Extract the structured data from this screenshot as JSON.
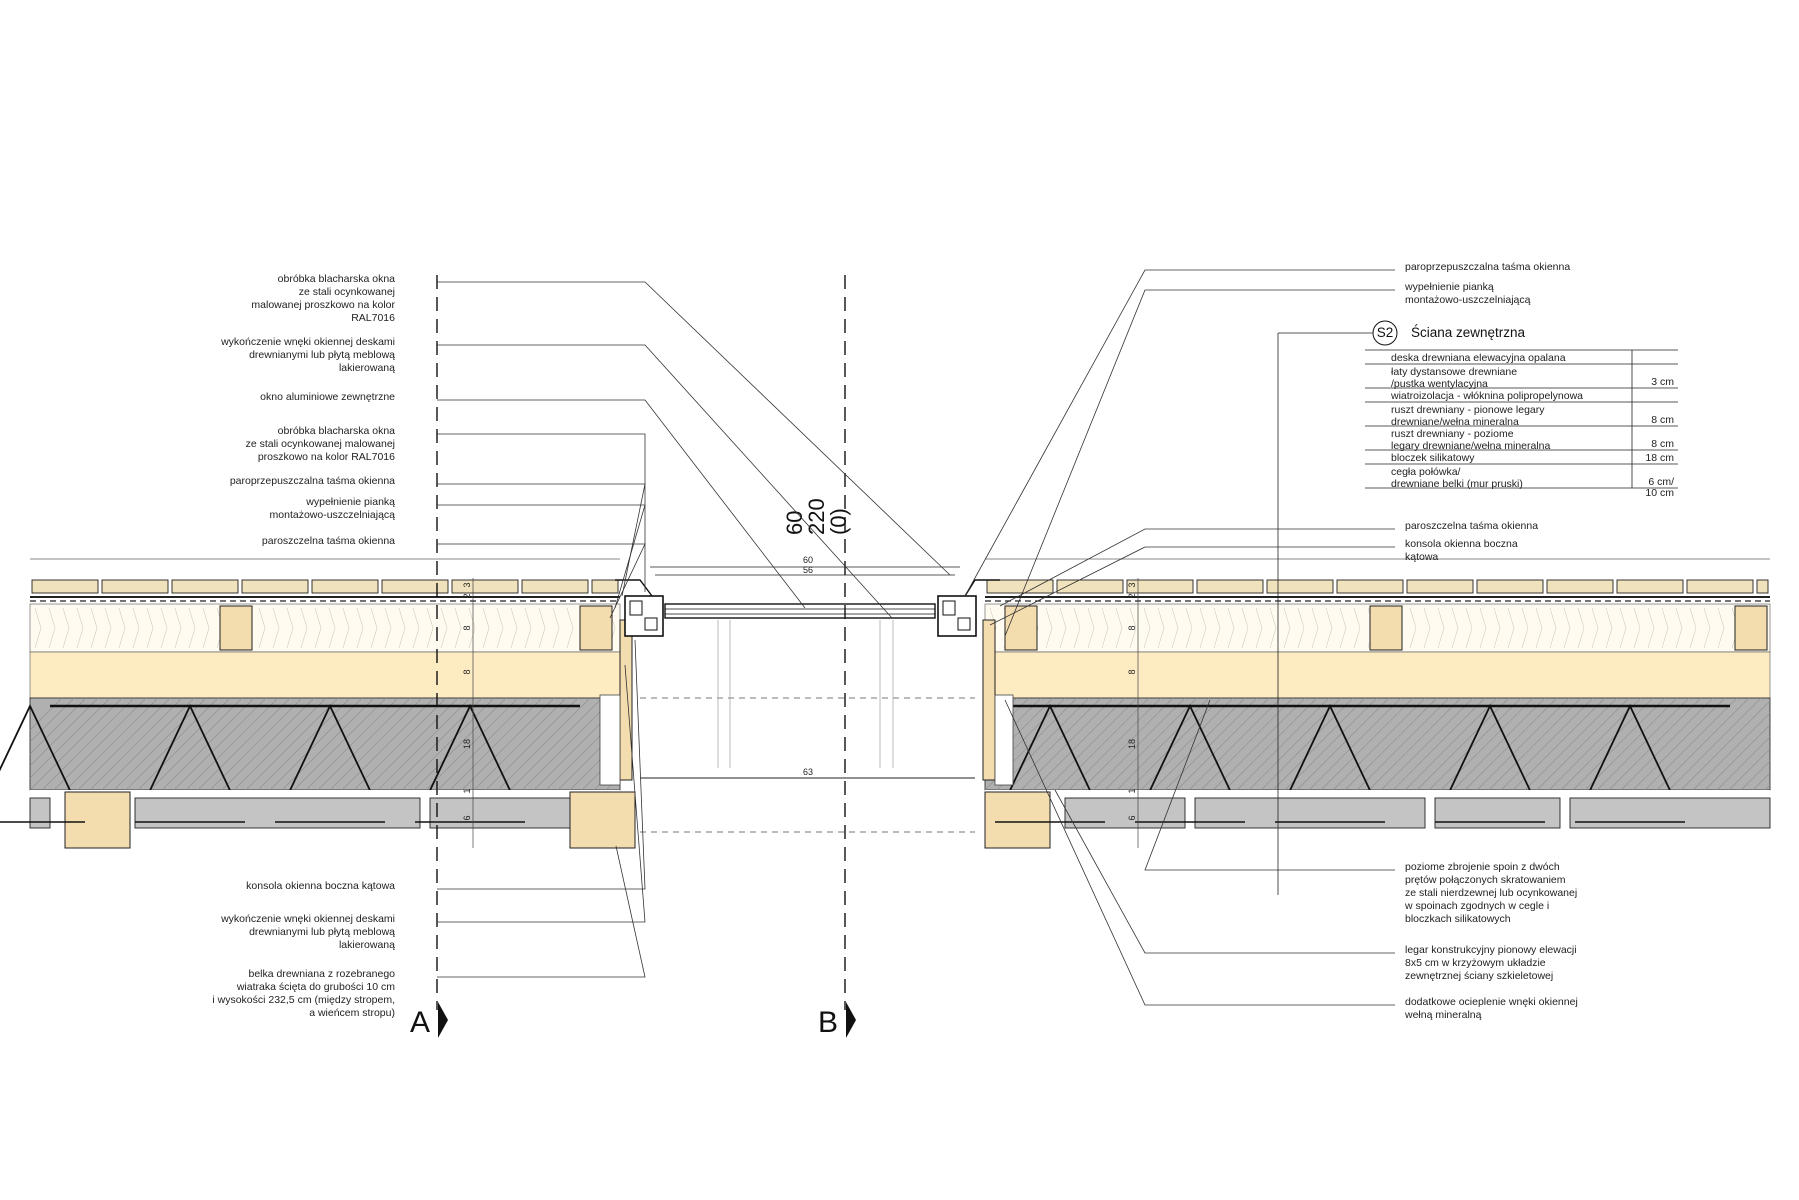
{
  "left_labels": [
    "obróbka blacharska okna\nze stali ocynkowanej\nmalowanej proszkowo na kolor\nRAL7016",
    "wykończenie wnęki okiennej deskami\ndrewnianymi lub płytą meblową\nlakierowaną",
    "okno aluminiowe zewnętrzne",
    "obróbka blacharska okna\nze stali ocynkowanej malowanej\nproszkowo na kolor RAL7016",
    "paroprzepuszczalna taśma okienna",
    "wypełnienie pianką\nmontażowo-uszczelniającą",
    "paroszczelna taśma okienna",
    "konsola okienna boczna kątowa",
    "wykończenie wnęki okiennej deskami\ndrewnianymi lub płytą meblową\nlakierowaną",
    "belka drewniana z rozebranego\nwiatraka ścięta do grubości 10 cm\ni wysokości 232,5 cm (między stropem,\na wieńcem stropu)"
  ],
  "right_labels": [
    "paroprzepuszczalna taśma okienna",
    "wypełnienie pianką\nmontażowo-uszczelniającą",
    "paroszczelna taśma okienna",
    "konsola okienna boczna\nkątowa",
    "poziome zbrojenie spoin z dwóch\nprętów połączonych skratowaniem\nze stali nierdzewnej lub ocynkowanej\nw spoinach zgodnych w cegle i\nbloczkach silikatowych",
    "legar konstrukcyjny pionowy elewacji\n8x5 cm w krzyżowym układzie\nzewnętrznej ściany szkieletowej",
    "dodatkowe ocieplenie wnęki okiennej\nwełną mineralną"
  ],
  "legend": {
    "badge": "S2",
    "title": "Ściana zewnętrzna",
    "rows": [
      {
        "text": "deska drewniana elewacyjna opalana",
        "value": ""
      },
      {
        "text": "łaty dystansowe drewniane\n/pustka wentylacyjna",
        "value": "3 cm"
      },
      {
        "text": "wiatroizolacja - włóknina polipropelynowa",
        "value": ""
      },
      {
        "text": "ruszt drewniany - pionowe legary\ndrewniane/wełna mineralna",
        "value": "8 cm"
      },
      {
        "text": "ruszt drewniany - poziome\nlegary drewniane/wełna mineralna",
        "value": "8 cm"
      },
      {
        "text": "bloczek silikatowy",
        "value": "18 cm"
      },
      {
        "text": "cegła połówka/\ndrewniane belki (mur pruski)",
        "value": "6 cm/\n10 cm"
      }
    ]
  },
  "opening": {
    "v1": "60",
    "v2": "220",
    "v3": "(0)"
  },
  "dims": {
    "top1": "60",
    "top2": "56",
    "bottom": "63"
  },
  "layer_dims": [
    "3",
    "2",
    "8",
    "8",
    "18",
    "1",
    "6"
  ],
  "sections": {
    "a": "A",
    "b": "B"
  },
  "colors": {
    "board": "#f0e2bc",
    "insulation": "#fffbf1",
    "wool": "#fdebc2",
    "block": "#b0b0b0",
    "timber": "#f3dcae",
    "brick": "#c4c4c4"
  }
}
